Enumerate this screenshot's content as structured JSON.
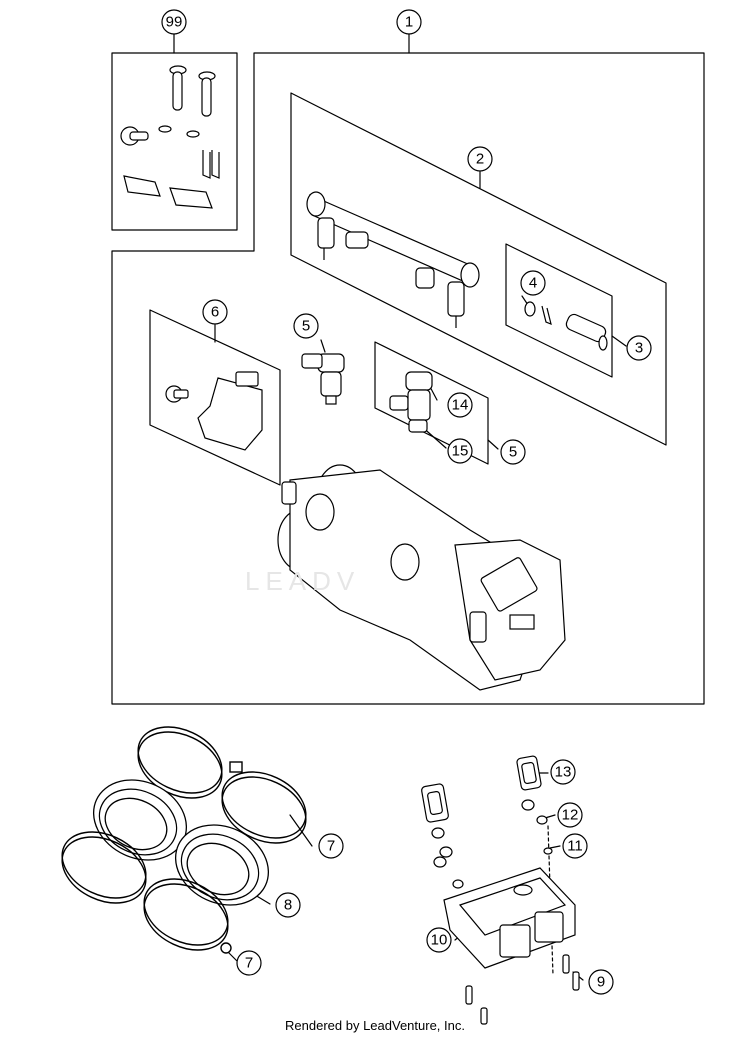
{
  "callouts": {
    "c99": "99",
    "c1": "1",
    "c2": "2",
    "c3": "3",
    "c4": "4",
    "c5a": "5",
    "c5b": "5",
    "c6": "6",
    "c14": "14",
    "c15": "15",
    "c7a": "7",
    "c7b": "7",
    "c8": "8",
    "c9": "9",
    "c10": "10",
    "c11": "11",
    "c12": "12",
    "c13": "13"
  },
  "watermark": "LEADV",
  "footer": "Rendered by LeadVenture, Inc."
}
